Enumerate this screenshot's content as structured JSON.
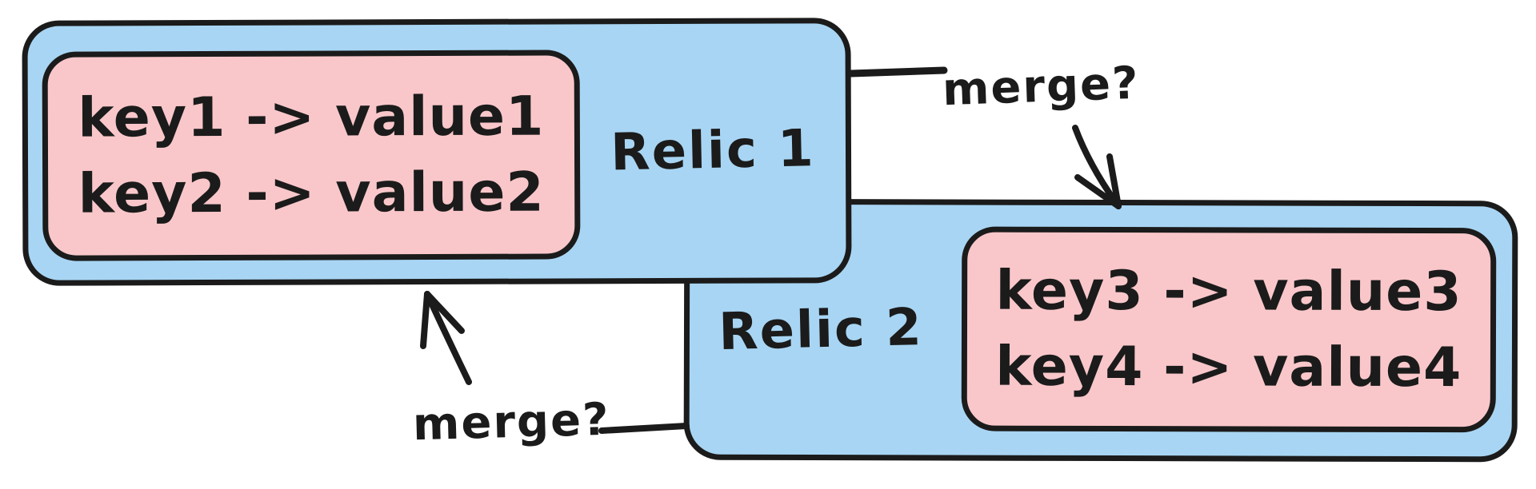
{
  "diagram": {
    "relic1": {
      "label": "Relic 1",
      "entries": [
        "key1 -> value1",
        "key2 -> value2"
      ]
    },
    "relic2": {
      "label": "Relic 2",
      "entries": [
        "key3 -> value3",
        "key4 -> value4"
      ]
    },
    "annotations": {
      "merge_top": "merge?",
      "merge_bottom": "merge?"
    },
    "colors": {
      "box_fill": "#a8d5f3",
      "store_fill": "#f9c7ca",
      "stroke": "#1b1b1b",
      "background": "#ffffff"
    }
  }
}
